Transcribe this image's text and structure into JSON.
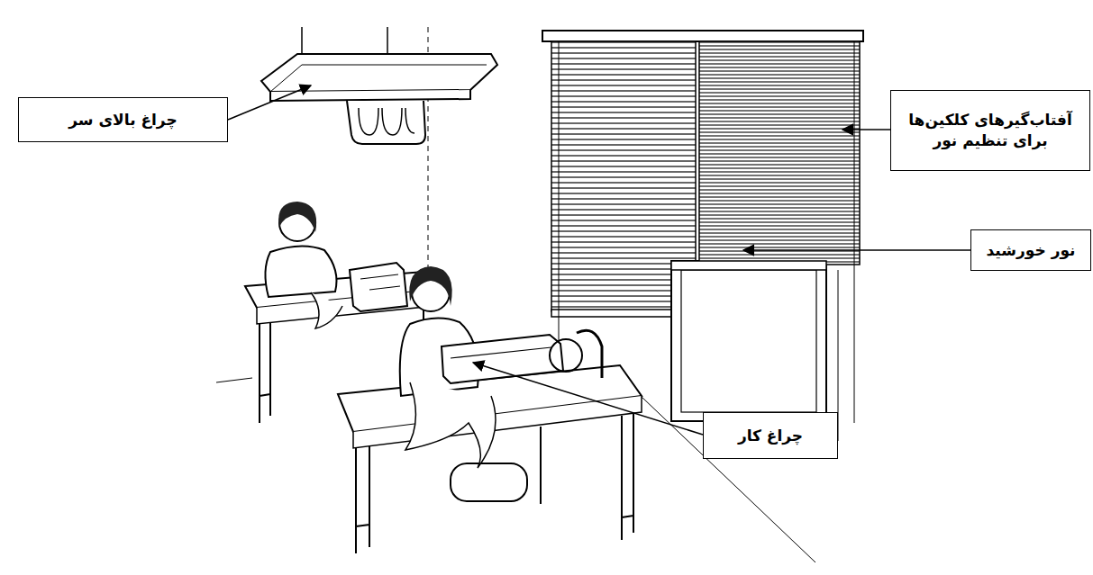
{
  "diagram": {
    "nodes": [
      {
        "text": [
          "چراغ بالای سر"
        ]
      },
      {
        "text": [
          "آفتاب‌گیرهای کلکین‌ها برای تنظیم نور"
        ]
      },
      {
        "text": [
          "نور خورشید"
        ]
      },
      {
        "text": [
          "چراغ کار"
        ]
      }
    ]
  }
}
